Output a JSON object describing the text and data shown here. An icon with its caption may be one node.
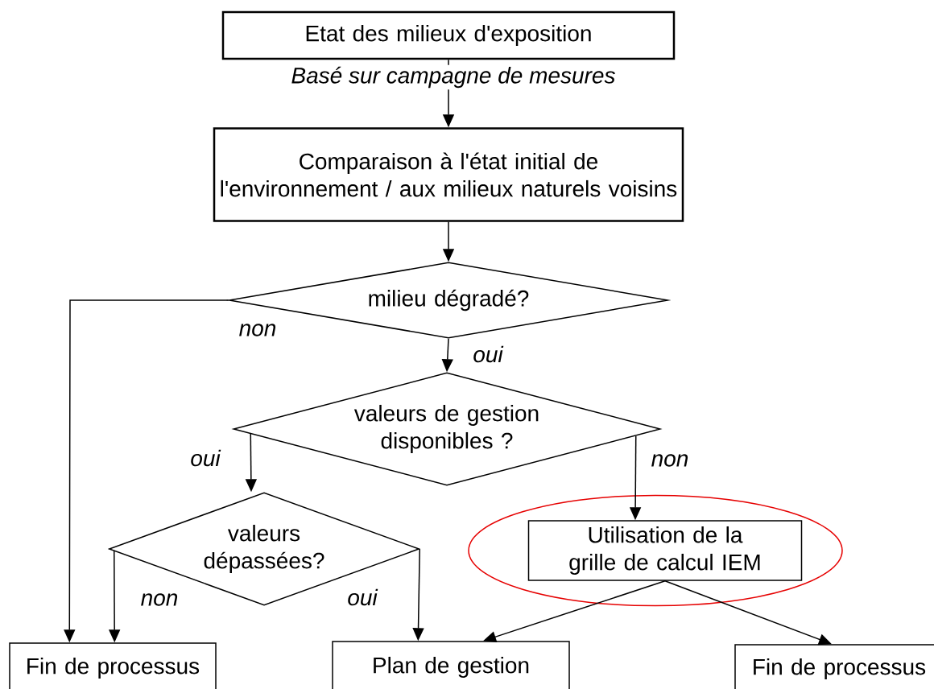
{
  "diagram": {
    "nodes": [
      {
        "text": [
          "Etat des milieux d'exposition"
        ],
        "beside": [
          "Basé sur campagne de mesures"
        ]
      },
      {
        "text": [
          "Comparaison à l'état initial de l'environnement / aux milieux naturels voisins"
        ]
      },
      {
        "text": [
          "milieu dégradé?"
        ]
      },
      {
        "text": [
          "valeurs de gestion disponibles ?"
        ]
      },
      {
        "text": [
          "valeurs dépassées?"
        ]
      },
      {
        "text": [],
        "shape": "ellipse"
      },
      {
        "text": [
          "Utilisation de la grille de calcul IEM"
        ],
        "in": 5
      },
      {
        "text": [
          "Fin de processus"
        ]
      },
      {
        "text": [
          "Plan de gestion"
        ]
      },
      {
        "text": [
          "Fin de processus"
        ]
      }
    ],
    "edges": [
      {
        "from": 0,
        "to": 1,
        "arrow": "to"
      },
      {
        "from": 1,
        "to": 2,
        "arrow": "to"
      },
      {
        "from": 2,
        "to": 7,
        "arrow": "to",
        "label": "non"
      },
      {
        "from": 2,
        "to": 3,
        "arrow": "to",
        "label": "oui"
      },
      {
        "from": 3,
        "to": 4,
        "arrow": "to",
        "label": "oui"
      },
      {
        "from": 3,
        "to": 6,
        "arrow": "to",
        "label": "non"
      },
      {
        "from": 4,
        "to": 7,
        "arrow": "to",
        "label": "non"
      },
      {
        "from": 4,
        "to": 8,
        "arrow": "to",
        "label": "oui"
      },
      {
        "from": 6,
        "to": 8,
        "arrow": "to"
      },
      {
        "from": 6,
        "to": 9,
        "arrow": "to"
      }
    ]
  }
}
